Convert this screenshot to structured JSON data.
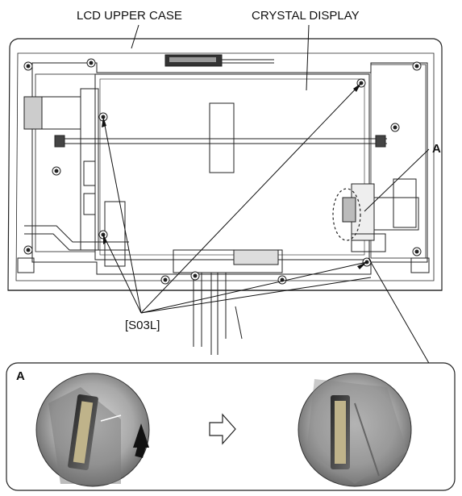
{
  "callouts": {
    "lcd_upper_case": "LCD UPPER CASE",
    "crystal_display": "CRYSTAL DISPLAY",
    "detail_marker": "A",
    "screw_code": "[S03L]"
  },
  "detail_panel": {
    "title": "A"
  }
}
